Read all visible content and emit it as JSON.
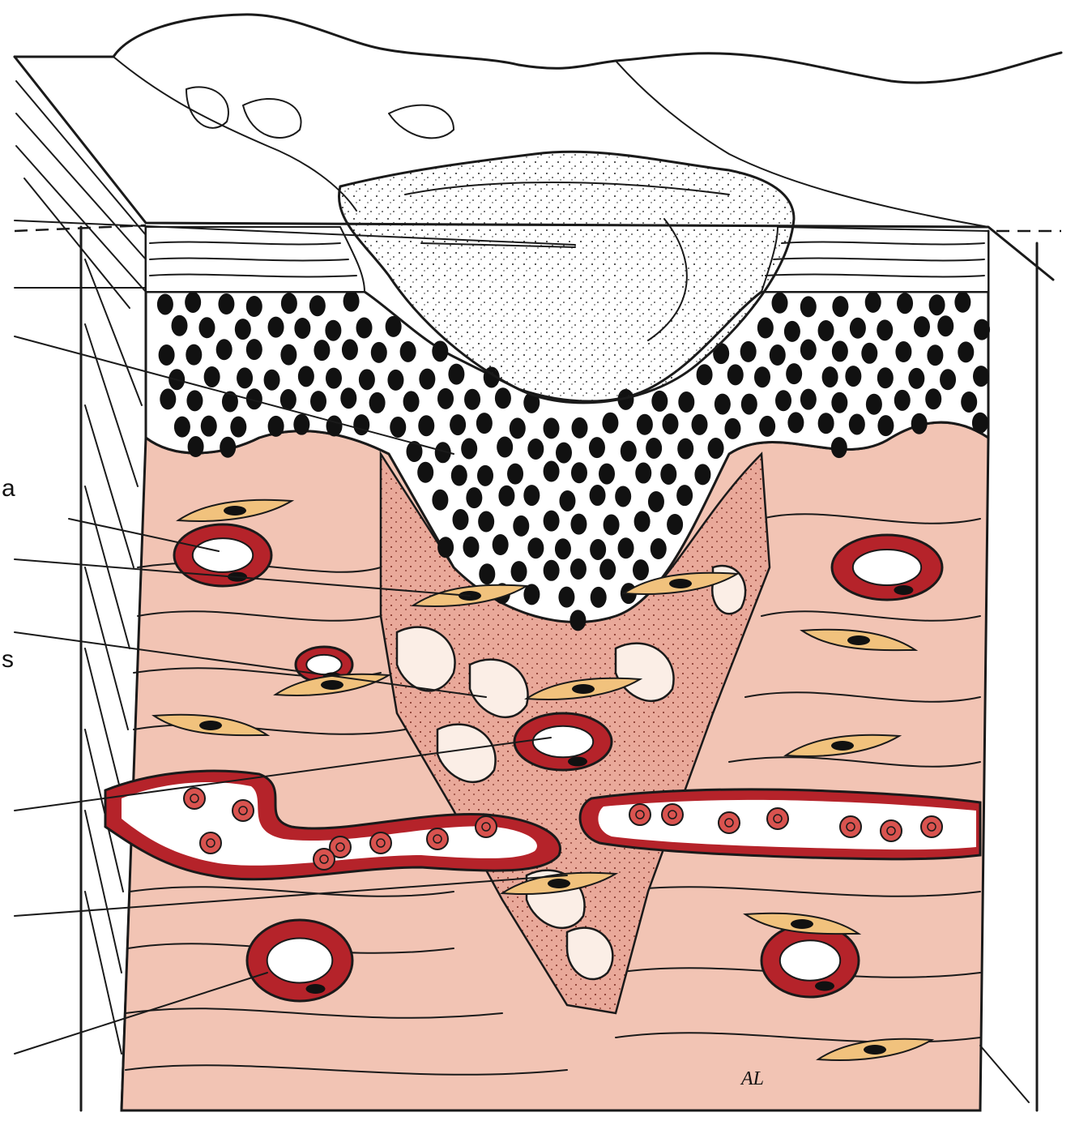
{
  "figure": {
    "label_fragments": [
      "a",
      "s"
    ],
    "signature": "AL",
    "colors": {
      "ink": "#1a1a1a",
      "dermis": "#f2c4b4",
      "dermis_light": "#f7dccf",
      "vessel_wall": "#b5232a",
      "rbc": "#d9534f",
      "fibroblast": "#f1c27d",
      "crust": "#f4f1ea",
      "nucleus": "#111111"
    }
  }
}
